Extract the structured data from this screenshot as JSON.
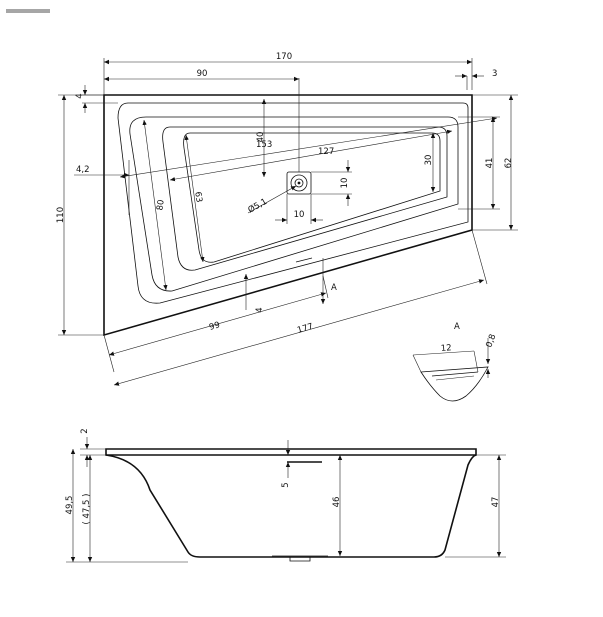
{
  "labels": {
    "d170": "170",
    "d90": "90",
    "d3": "3",
    "d4_top": "4",
    "d40": "40",
    "d153": "153",
    "d127": "127",
    "d30": "30",
    "d41": "41",
    "d62": "62",
    "d4_2": "4,2",
    "d10_v": "10",
    "d110": "110",
    "d5_1": "Ø5,1",
    "d80": "80",
    "d63": "63",
    "d10_h": "10",
    "mark_a": "A",
    "d4_bottom": "4",
    "d99": "99",
    "d177": "177",
    "detail_a": "A",
    "d12": "12",
    "d0_8": "0,8",
    "d2": "2",
    "d49_5": "49,5",
    "d47_5": "( 47,5 )",
    "d5": "5",
    "d46": "46",
    "d47": "47"
  }
}
